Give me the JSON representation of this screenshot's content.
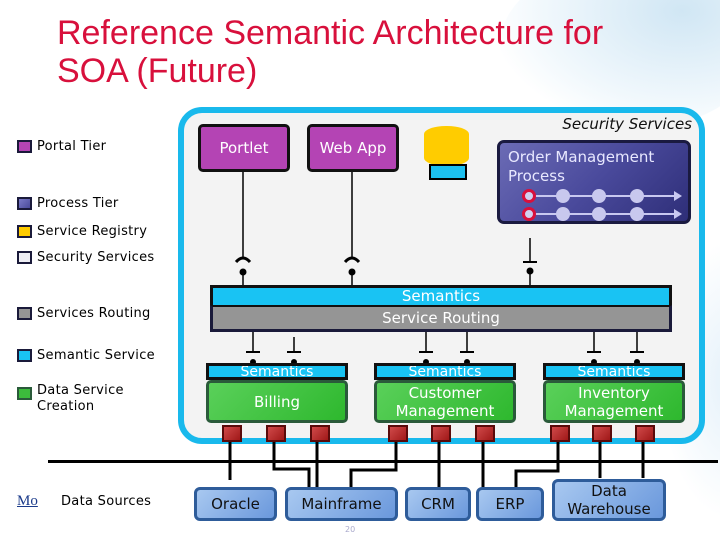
{
  "title": "Reference Semantic Architecture for SOA (Future)",
  "legend": [
    {
      "label": "Portal Tier",
      "color": "#b444b4"
    },
    {
      "label": "Process Tier",
      "color": "#5a5aaa"
    },
    {
      "label": "Service Registry",
      "color": "#ffcc00"
    },
    {
      "label": "Security Services",
      "color": "#eeeef4"
    },
    {
      "label": "Services Routing",
      "color": "#959595"
    },
    {
      "label": "Semantic Service",
      "color": "#19c3f3"
    },
    {
      "label": "Data Service Creation",
      "color": "#3cbc3c"
    },
    {
      "label": "Data Sources"
    }
  ],
  "frame": {
    "label": "Security Services"
  },
  "portal": [
    {
      "label": "Portlet"
    },
    {
      "label": "Web App"
    }
  ],
  "process": {
    "label": "Order Management Process"
  },
  "bus": {
    "semantics": "Semantics",
    "routing": "Service Routing"
  },
  "services": [
    {
      "semantics": "Semantics",
      "label": "Billing"
    },
    {
      "semantics": "Semantics",
      "label": "Customer Management"
    },
    {
      "semantics": "Semantics",
      "label": "Inventory Management"
    }
  ],
  "data_sources": [
    {
      "label": "Oracle"
    },
    {
      "label": "Mainframe"
    },
    {
      "label": "CRM"
    },
    {
      "label": "ERP"
    },
    {
      "label": "Data Warehouse"
    }
  ],
  "footer": {
    "link": "Mo",
    "page_number": "20"
  }
}
